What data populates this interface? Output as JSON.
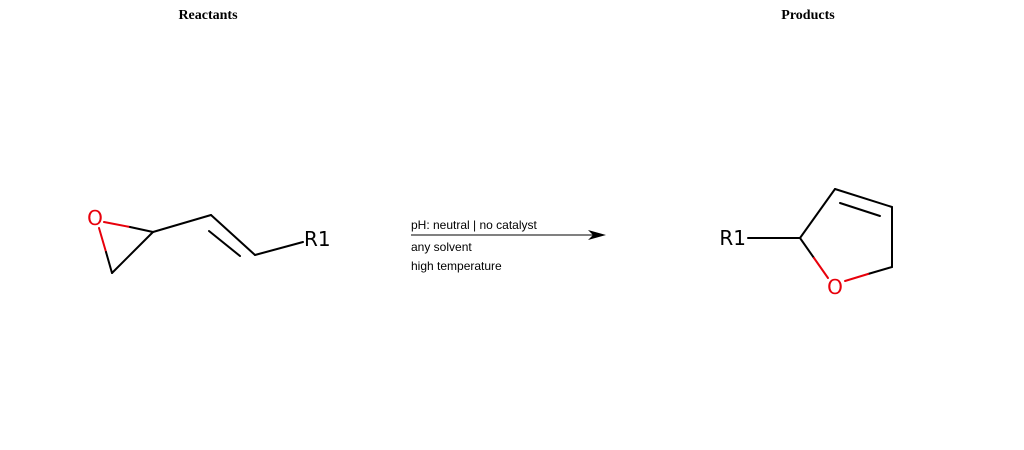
{
  "headers": {
    "reactants": "Reactants",
    "products": "Products"
  },
  "reactant": {
    "oxygen_label": "O",
    "substituent_label": "R1"
  },
  "product": {
    "oxygen_label": "O",
    "substituent_label": "R1"
  },
  "conditions": {
    "line1": "pH: neutral | no catalyst",
    "line2": "any solvent",
    "line3": "high temperature"
  },
  "colors": {
    "oxygen": "#e8000b",
    "bond": "#000000"
  }
}
